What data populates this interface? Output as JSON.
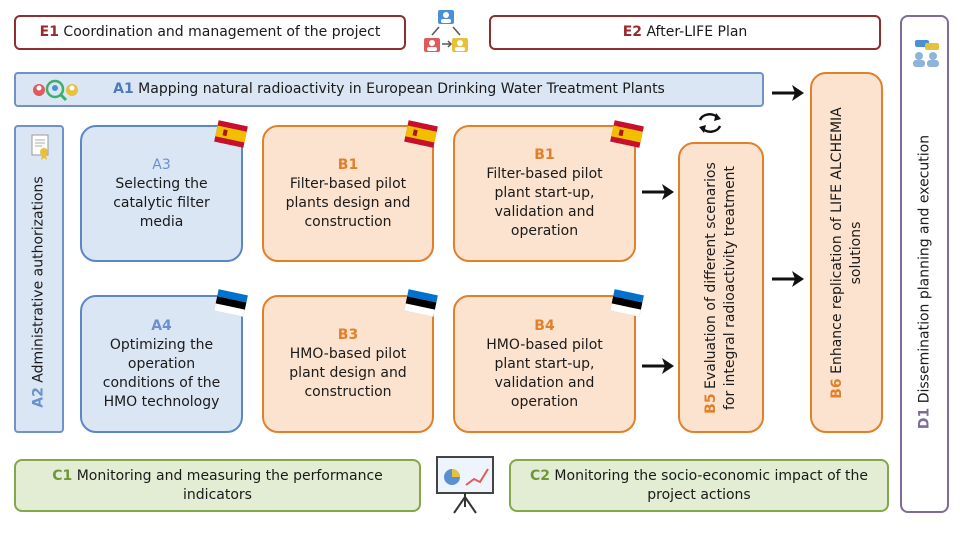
{
  "e1": {
    "code": "E1",
    "label": "Coordination and management of the project"
  },
  "e2": {
    "code": "E2",
    "label": "After-LIFE Plan"
  },
  "a1": {
    "code": "A1",
    "label": "Mapping natural radioactivity in European Drinking Water Treatment Plants"
  },
  "a2": {
    "code": "A2",
    "label": "Administrative authorizations"
  },
  "a3": {
    "code": "A3",
    "label": "Selecting the catalytic filter media"
  },
  "a4": {
    "code": "A4",
    "label": "Optimizing the operation conditions of the HMO technology"
  },
  "b1_design": {
    "code": "B1",
    "label": "Filter-based pilot plants design and construction"
  },
  "b1_startup": {
    "code": "B1",
    "label": "Filter-based pilot plant start-up, validation and operation"
  },
  "b3": {
    "code": "B3",
    "label": "HMO-based pilot plant design and construction"
  },
  "b4": {
    "code": "B4",
    "label": "HMO-based pilot plant start-up, validation and operation"
  },
  "b5": {
    "code": "B5",
    "label": "Evaluation of different scenarios for integral radioactivity treatment"
  },
  "b6": {
    "code": "B6",
    "label": "Enhance replication of LIFE ALCHEMIA solutions"
  },
  "c1": {
    "code": "C1",
    "label": "Monitoring and measuring the performance indicators"
  },
  "c2": {
    "code": "C2",
    "label": "Monitoring the socio-economic impact of the project actions"
  },
  "d1": {
    "code": "D1",
    "label": "Dissemination planning and execution"
  },
  "icons": [
    "team-exchange-icon",
    "search-people-icon",
    "certificate-icon",
    "flag-spain-icon",
    "flag-estonia-icon",
    "recycle-arrows-icon",
    "presentation-chart-icon",
    "group-chat-icon",
    "arrow-right-icon"
  ],
  "colors": {
    "e": "#8b2f2f",
    "a": "#5b86c9",
    "b": "#e2802a",
    "c": "#82a84a",
    "d": "#7e6a9c"
  }
}
